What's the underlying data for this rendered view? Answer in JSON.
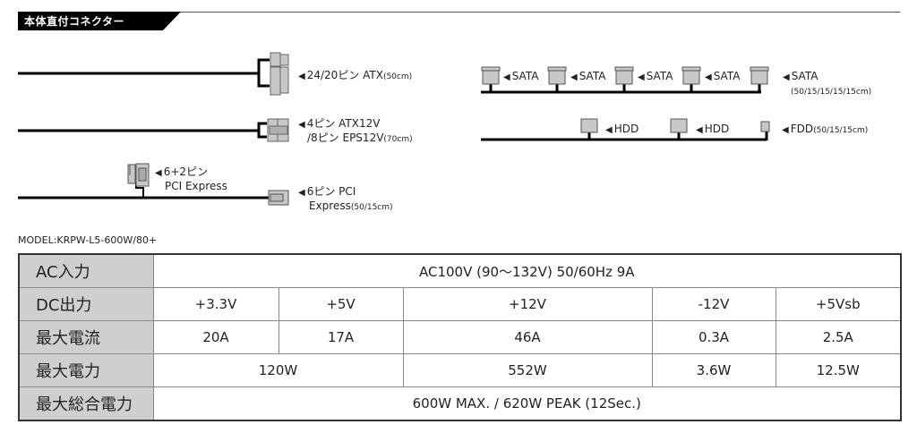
{
  "section_title": "本体直付コネクター",
  "connectors": {
    "atx": {
      "label": "24/20ピン ATX",
      "length": "(50cm)"
    },
    "atx12v": {
      "label_line1": "4ピン ATX12V",
      "label_line2": "/8ピン EPS12V",
      "length": "(70cm)"
    },
    "pcie_8": {
      "label_line1": "6+2ピン",
      "label_line2": "PCI Express"
    },
    "pcie_6": {
      "label_line1": "6ピン PCI",
      "label_line2": "Express",
      "length": "(50/15cm)"
    },
    "sata": {
      "labels": [
        "SATA",
        "SATA",
        "SATA",
        "SATA",
        "SATA"
      ],
      "length": "(50/15/15/15/15cm)"
    },
    "hdd": {
      "labels": [
        "HDD",
        "HDD"
      ]
    },
    "fdd": {
      "label": "FDD",
      "length": "(50/15/15cm)"
    }
  },
  "model": "MODEL:KRPW-L5-600W/80+",
  "spec_table": {
    "rows": [
      {
        "header": "AC入力",
        "cells": [
          "AC100V (90〜132V) 50/60Hz 9A"
        ]
      },
      {
        "header": "DC出力",
        "cells": [
          "+3.3V",
          "+5V",
          "+12V",
          "-12V",
          "+5Vsb"
        ]
      },
      {
        "header": "最大電流",
        "cells": [
          "20A",
          "17A",
          "46A",
          "0.3A",
          "2.5A"
        ]
      },
      {
        "header": "最大電力",
        "cells": [
          "120W",
          "552W",
          "3.6W",
          "12.5W"
        ]
      },
      {
        "header": "最大総合電力",
        "cells": [
          "600W MAX. / 620W PEAK (12Sec.)"
        ]
      }
    ]
  }
}
